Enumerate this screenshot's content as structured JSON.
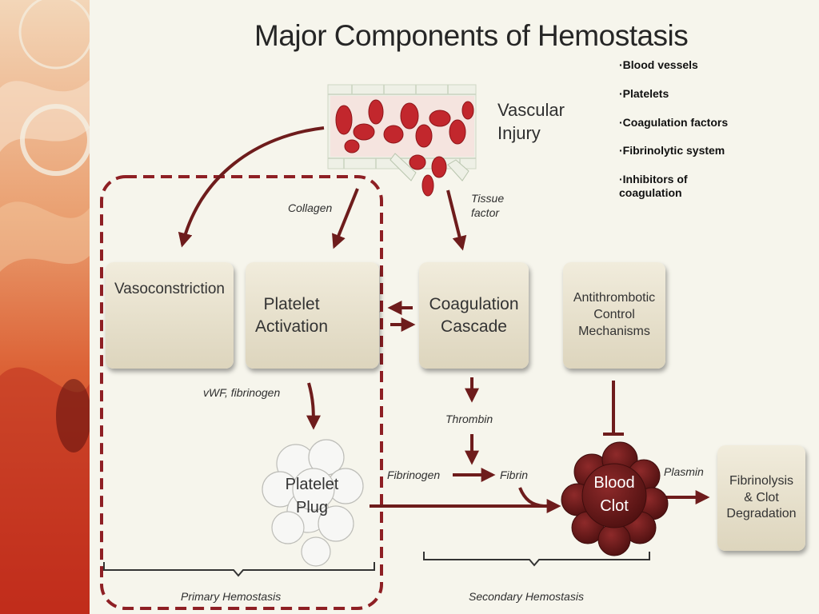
{
  "title": "Major Components of Hemostasis",
  "components": [
    "·Blood vessels",
    "·Platelets",
    "·Coagulation factors",
    "·Fibrinolytic system",
    "·Inhibitors of\ncoagulation"
  ],
  "labels": {
    "vascular_injury": "Vascular\nInjury",
    "collagen": "Collagen",
    "tissue_factor": "Tissue\nfactor",
    "vwf_fibrinogen": "vWF, fibrinogen",
    "thrombin": "Thrombin",
    "fibrinogen": "Fibrinogen",
    "fibrin": "Fibrin",
    "plasmin": "Plasmin",
    "primary_hemostasis": "Primary Hemostasis",
    "secondary_hemostasis": "Secondary Hemostasis"
  },
  "boxes": {
    "vasoconstriction": "Vasoconstriction",
    "platelet_activation": "Platelet\nActivation",
    "coagulation_cascade": "Coagulation\nCascade",
    "antithrombotic": "Antithrombotic\nControl\nMechanisms",
    "fibrinolysis": "Fibrinolysis\n& Clot\nDegradation"
  },
  "platelet_plug": "Platelet\nPlug",
  "blood_clot": "Blood\nClot",
  "colors": {
    "arrow": "#6e1c1c",
    "dashed_region": "#8e1f24",
    "clot": "#6a1818",
    "red_cell": "#c2272d",
    "vessel": "#e8a7aa"
  }
}
